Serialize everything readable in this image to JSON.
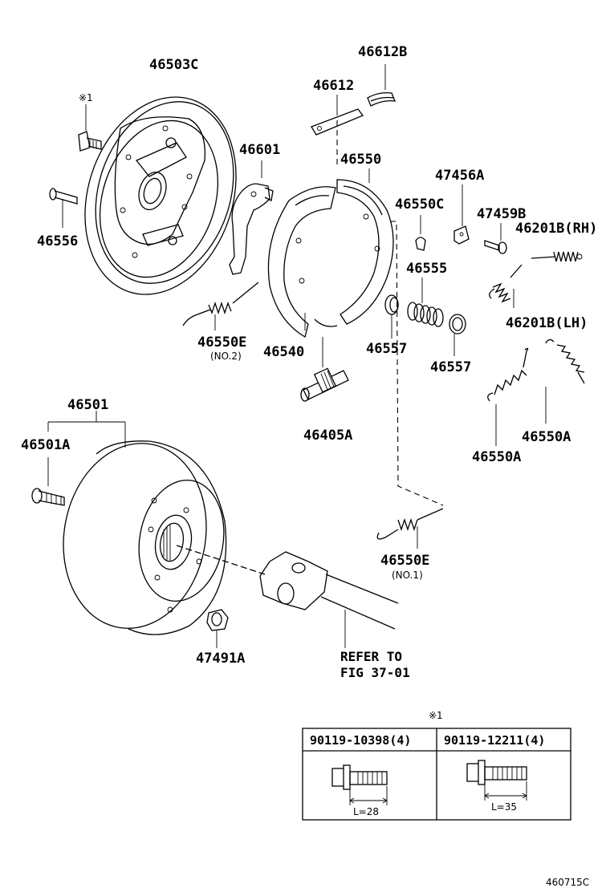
{
  "parts": {
    "p46503C": "46503C",
    "p46612B": "46612B",
    "p46612": "46612",
    "p46601": "46601",
    "p46550": "46550",
    "p47456A": "47456A",
    "p46550C": "46550C",
    "p47459B": "47459B",
    "p46201B_RH": "46201B(RH)",
    "p46201B_LH": "46201B(LH)",
    "p46555": "46555",
    "p46557_a": "46557",
    "p46557_b": "46557",
    "p46556": "46556",
    "p46550E_no2": "46550E",
    "p46550E_no2_sub": "(NO.2)",
    "p46540": "46540",
    "p46405A": "46405A",
    "p46550A_a": "46550A",
    "p46550A_b": "46550A",
    "p46501": "46501",
    "p46501A": "46501A",
    "p46550E_no1": "46550E",
    "p46550E_no1_sub": "(NO.1)",
    "p47491A": "47491A",
    "note_mark": "※1"
  },
  "reference": {
    "line1": "REFER TO",
    "line2": "FIG 37-01"
  },
  "table": {
    "mark": "※1",
    "col1_header": "90119-10398(4)",
    "col2_header": "90119-12211(4)",
    "col1_dim": "L=28",
    "col2_dim": "L=35"
  },
  "figure_code": "460715C"
}
